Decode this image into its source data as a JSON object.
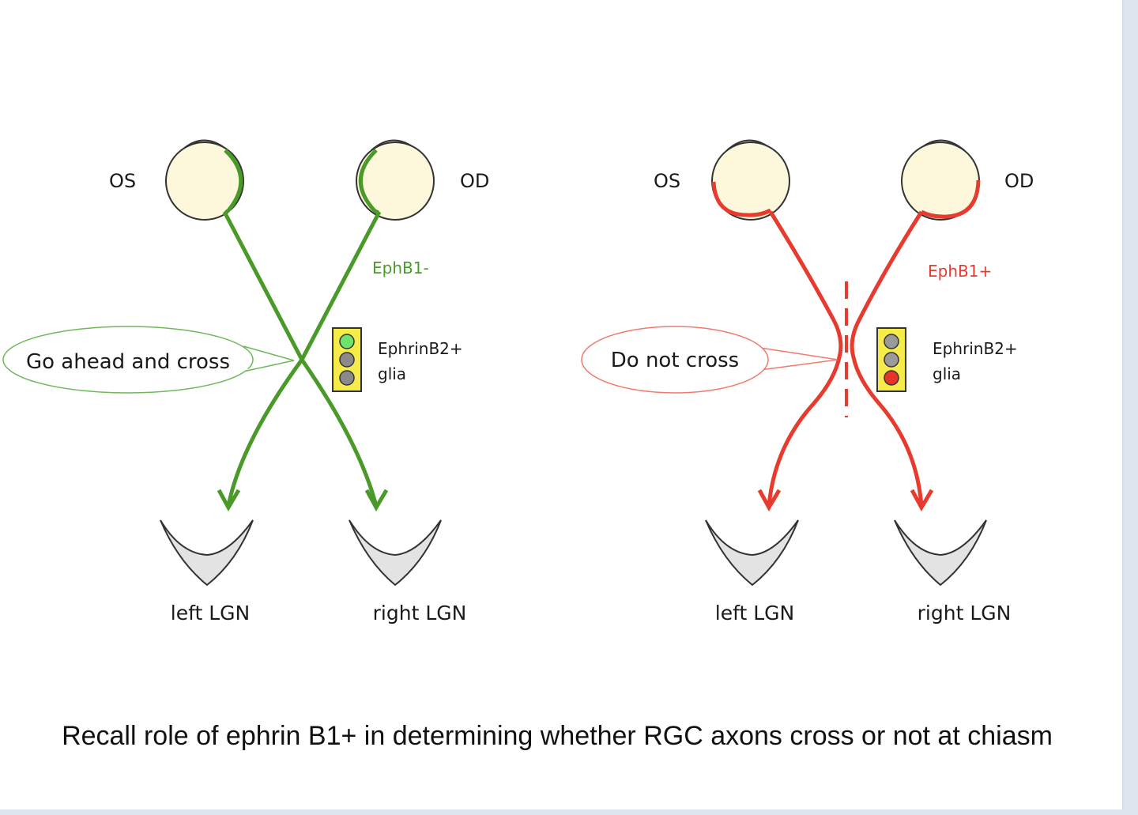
{
  "panels": [
    {
      "eye_left_label": "OS",
      "eye_right_label": "OD",
      "receptor_label": "EphB1-",
      "glia_line1": "EphrinB2+",
      "glia_line2": "glia",
      "bubble_text": "Go ahead and cross",
      "lgn_left_label": "left LGN",
      "lgn_right_label": "right LGN",
      "axon_color": "#4a9a2a",
      "active_light": "green"
    },
    {
      "eye_left_label": "OS",
      "eye_right_label": "OD",
      "receptor_label": "EphB1+",
      "glia_line1": "EphrinB2+",
      "glia_line2": "glia",
      "bubble_text": "Do not cross",
      "lgn_left_label": "left LGN",
      "lgn_right_label": "right LGN",
      "axon_color": "#e63b2e",
      "active_light": "red"
    }
  ],
  "caption": "Recall role of ephrin B1+ in determining whether RGC axons cross or not at chiasm",
  "colors": {
    "eye_fill": "#fdf7dc",
    "lgn_fill": "#e3e3e3",
    "light_green": "#6de36d",
    "light_red": "#e5342a",
    "light_off": "#8a8a8a",
    "glia_box": "#f5ec4a"
  }
}
